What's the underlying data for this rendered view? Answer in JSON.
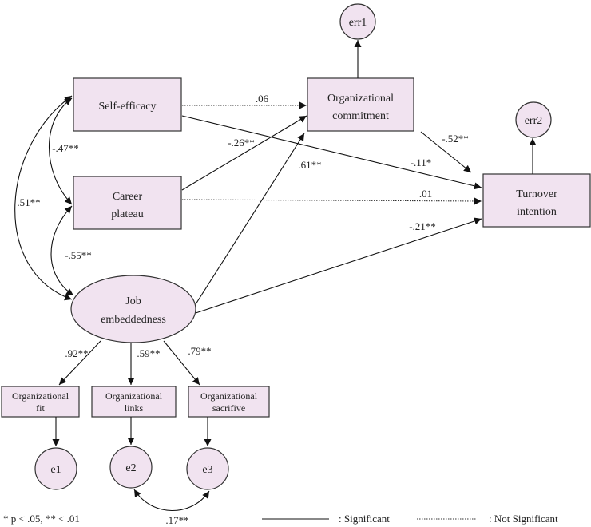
{
  "nodes": {
    "self_efficacy": "Self-efficacy",
    "career_plateau": [
      "Career",
      "plateau"
    ],
    "job_embeddedness": [
      "Job",
      "embeddedness"
    ],
    "org_commitment": [
      "Organizational",
      "commitment"
    ],
    "turnover_intention": [
      "Turnover",
      "intention"
    ],
    "org_fit": [
      "Organizational",
      "fit"
    ],
    "org_links": [
      "Organizational",
      "links"
    ],
    "org_sacrifive": [
      "Organizational",
      "sacrifive"
    ],
    "err1": "err1",
    "err2": "err2",
    "e1": "e1",
    "e2": "e2",
    "e3": "e3"
  },
  "coefficients": {
    "se_oc": ".06",
    "se_ti": "-.11*",
    "se_cp": "-.47**",
    "se_je": ".51**",
    "cp_oc": "-.26**",
    "cp_ti": ".01",
    "cp_je": "-.55**",
    "je_oc": ".61**",
    "je_ti": "-.21**",
    "oc_ti": "-.52**",
    "je_fit": ".92**",
    "je_links": ".59**",
    "je_sac": ".79**",
    "e2_e3": ".17**"
  },
  "legend": {
    "note": "* p < .05, ** < .01",
    "significant": ": Significant",
    "not_significant": ": Not Significant"
  }
}
